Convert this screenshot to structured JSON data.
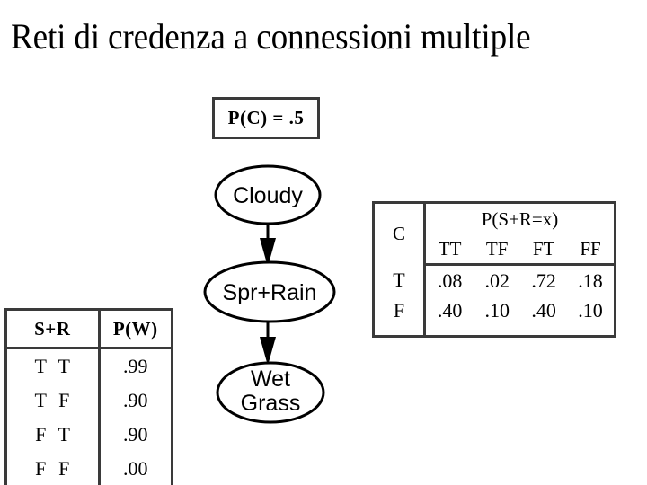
{
  "slide": {
    "title": "Reti di credenza a connessioni multiple",
    "background_color": "#ffffff",
    "text_color": "#000000",
    "border_color": "#3a3a3a"
  },
  "prior_box": {
    "label": "P(C) = .5"
  },
  "network": {
    "nodes": [
      {
        "id": "cloudy",
        "label": "Cloudy",
        "label_line2": ""
      },
      {
        "id": "sprrain",
        "label": "Spr+Rain",
        "label_line2": ""
      },
      {
        "id": "wetgrass",
        "label": "Wet",
        "label_line2": "Grass"
      }
    ],
    "edges": [
      {
        "from": "cloudy",
        "to": "sprrain"
      },
      {
        "from": "sprrain",
        "to": "wetgrass"
      }
    ]
  },
  "table_pw": {
    "headers": [
      "S+R",
      "P(W)"
    ],
    "rows": [
      {
        "s": "T",
        "r": "T",
        "p": ".99"
      },
      {
        "s": "T",
        "r": "F",
        "p": ".90"
      },
      {
        "s": "F",
        "r": "T",
        "p": ".90"
      },
      {
        "s": "F",
        "r": "F",
        "p": ".00"
      }
    ]
  },
  "table_psr": {
    "span_header": "P(S+R=x)",
    "row_header": "C",
    "col_headers": [
      "TT",
      "TF",
      "FT",
      "FF"
    ],
    "rows": [
      {
        "c": "T",
        "values": [
          ".08",
          ".02",
          ".72",
          ".18"
        ]
      },
      {
        "c": "F",
        "values": [
          ".40",
          ".10",
          ".40",
          ".10"
        ]
      }
    ]
  }
}
